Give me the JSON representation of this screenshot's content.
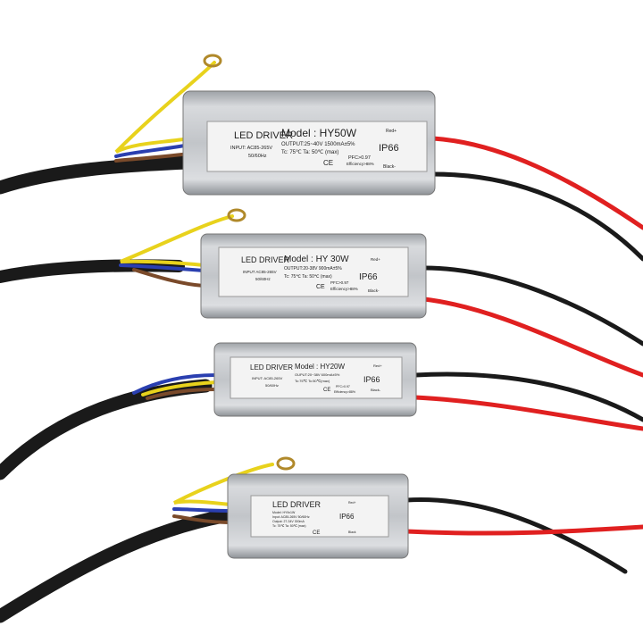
{
  "drivers": [
    {
      "title": "LED DRIVER",
      "model": "Model : HY50W",
      "input": "INPUT: AC85-265V",
      "freq": "50/60Hz",
      "output": "OUTPUT:25~40V  1500mA±5%",
      "temps": "Tc: 75℃  Ta: 50℃ (max)",
      "pfc": "PFC>0.97",
      "eff": "Efficiency>88%",
      "ip": "IP66",
      "red": "Red+",
      "black": "Black-",
      "ce": "CE"
    },
    {
      "title": "LED DRIVER",
      "model": "Model : HY 30W",
      "input": "INPUT AC85-265V",
      "freq": "50/60Hz",
      "output": "OUTPUT:20-38V  900mA±5%",
      "temps": "Tc: 75℃  Ta: 50℃ (max)",
      "pfc": "PFC>0.97",
      "eff": "Efficiency>88%",
      "ip": "IP66",
      "red": "Red+",
      "black": "Black-",
      "ce": "CE"
    },
    {
      "title": "LED DRIVER",
      "model": "Model : HY20W",
      "input": "INPUT: AC85-265V",
      "freq": "50/60Hz",
      "output": "OUPUT:20~38V  600mA±5%",
      "temps": "Tc:75℃   Tc:50℃(max)",
      "pfc": "PFC>0.97",
      "eff": "Efficiency>88%",
      "ip": "IP66",
      "red": "Red+",
      "black": "Black-",
      "ce": "CE"
    },
    {
      "title": "LED DRIVER",
      "model": "Model: HY9x1W",
      "input": "Input: AC85-265V  50/60Hz",
      "output": "Output: 27-34V  300mA",
      "temps": "Tc: 75℃    Ta: 50℃ (max)",
      "ip": "IP66",
      "red": "Red+",
      "black": "Black",
      "ce": "CE"
    }
  ],
  "colors": {
    "body": "#b9bcc0",
    "label": "#f2f2f2",
    "red_wire": "#e02020",
    "black_wire": "#1a1a1a",
    "yellow_wire": "#e8d21c",
    "blue_wire": "#2a3fb0",
    "brown_wire": "#7a4a2a"
  }
}
